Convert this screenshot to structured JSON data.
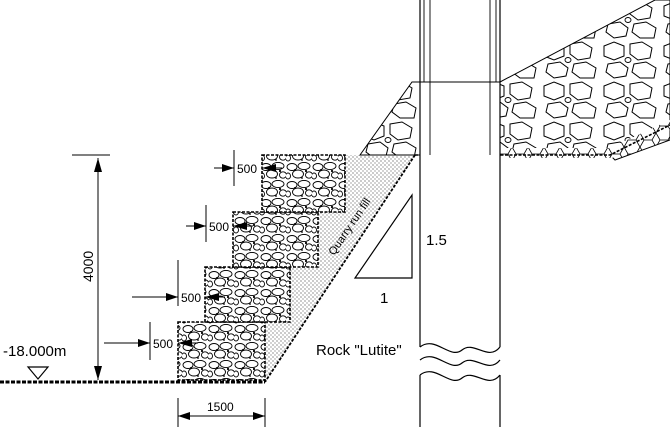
{
  "labels": {
    "step_width_1": "500",
    "step_width_2": "500",
    "step_width_3": "500",
    "step_width_4": "500",
    "base_width": "1500",
    "total_height": "4000",
    "level": "-18.000m",
    "fill_label": "Quarry run fill",
    "slope_vertical": "1.5",
    "slope_horizontal": "1",
    "rock": "Rock \"Lutite\""
  },
  "colors": {
    "line": "#000000",
    "background": "#ffffff",
    "fill_dots": "#000000"
  },
  "icons": {
    "datum_marker": "inverted-triangle-icon",
    "dimension_arrow": "arrowhead-icon"
  }
}
